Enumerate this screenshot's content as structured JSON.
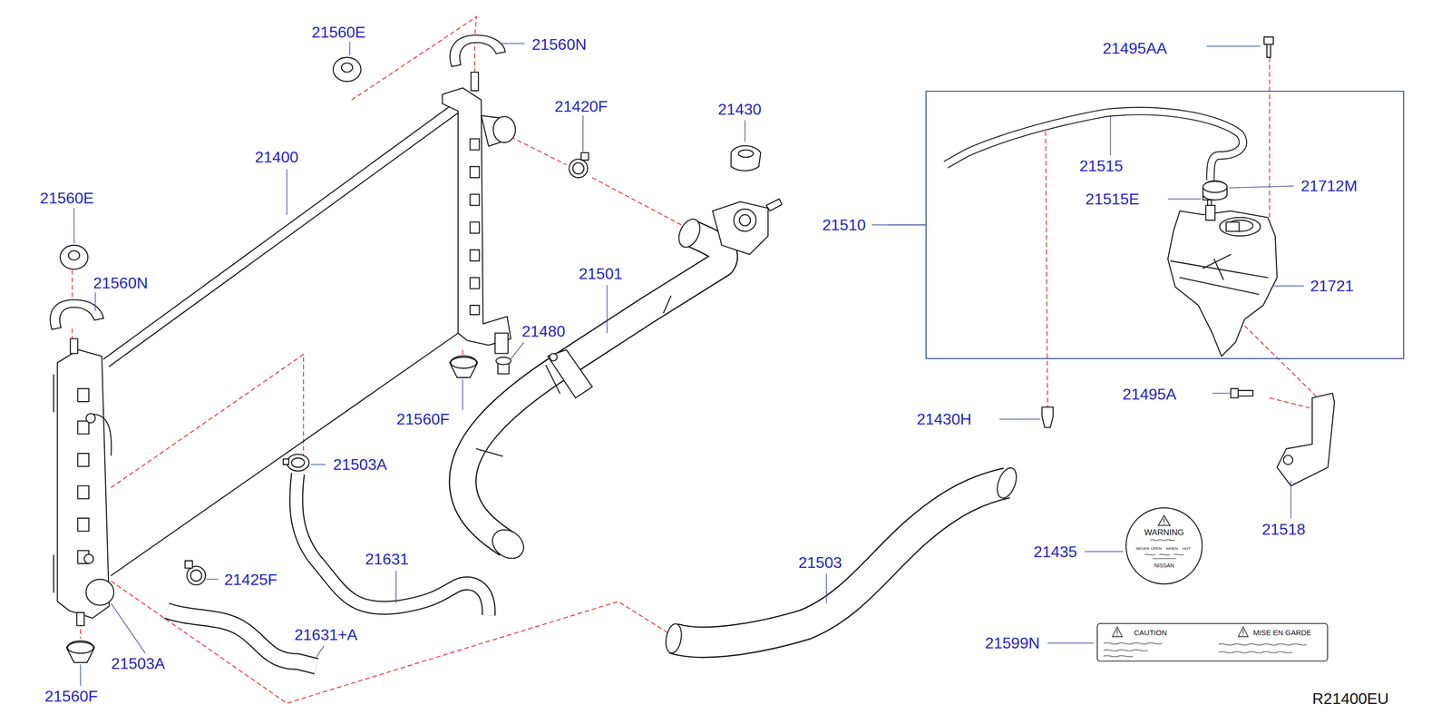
{
  "diagram": {
    "nodes": [
      {
        "text": [
          "21510"
        ]
      },
      {
        "text": [
          "WARNING",
          "NEVER",
          "OPEN",
          "WHEN",
          "HOT",
          "NISSAN"
        ]
      },
      {
        "text": [
          "CAUTION",
          "MISE EN GARDE"
        ]
      }
    ],
    "labels": [
      "21560E",
      "21560N",
      "21420F",
      "21430",
      "21400",
      "21560E",
      "21560N",
      "21501",
      "21480",
      "21560F",
      "21503A",
      "21631",
      "21425F",
      "21631+A",
      "21503A",
      "21560F",
      "21503",
      "21495AA",
      "21515",
      "21515E",
      "21712M",
      "21721",
      "21495A",
      "21430H",
      "21518",
      "21435",
      "21599N",
      "R21400EU"
    ]
  }
}
